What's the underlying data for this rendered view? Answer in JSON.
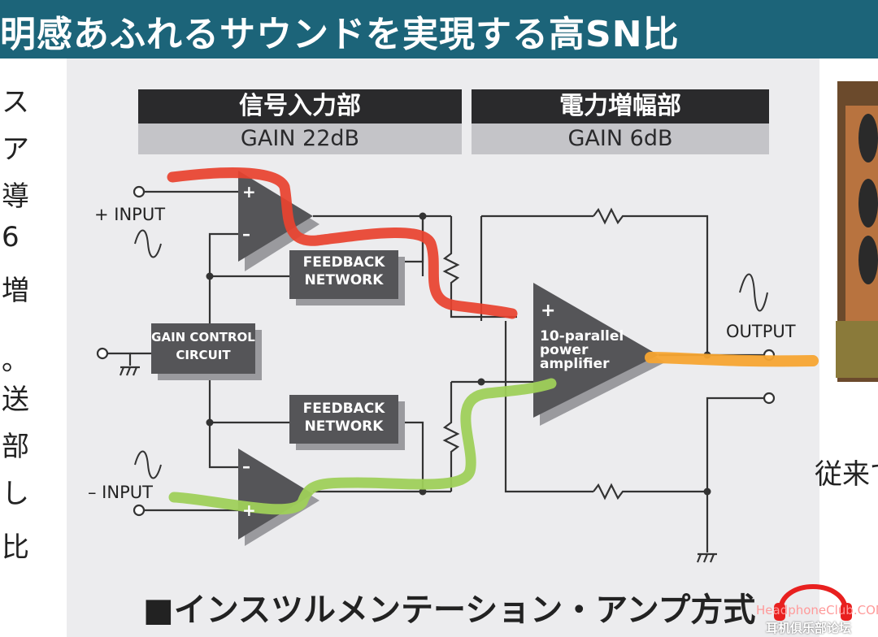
{
  "banner": {
    "title": "明感あふれるサウンドを実現する高SN比"
  },
  "left_text": {
    "chars": [
      "ス",
      "ア",
      "導",
      "6",
      "増",
      "。",
      "送",
      "部",
      "し",
      "比"
    ]
  },
  "stages": [
    {
      "title": "信号入力部",
      "gain": "GAIN 22dB"
    },
    {
      "title": "電力増幅部",
      "gain": "GAIN 6dB"
    }
  ],
  "blocks": {
    "feedback_top": [
      "FEEDBACK",
      "NETWORK"
    ],
    "feedback_bottom": [
      "FEEDBACK",
      "NETWORK"
    ],
    "gain_control": [
      "GAIN CONTROL",
      "CIRCUIT"
    ],
    "power_amp": [
      "10-parallel",
      "power",
      "amplifier"
    ]
  },
  "labels": {
    "plus_input": "+ INPUT",
    "minus_input": "– INPUT",
    "output": "OUTPUT",
    "plus_sign": "+",
    "minus_sign": "–"
  },
  "caption": "■インスツルメンテーション・アンプ方式",
  "side_text": "従来で",
  "watermark": {
    "line1": "HeadphoneClub.COM",
    "line2": "耳机俱乐部论坛"
  },
  "colors": {
    "banner": "#1c6479",
    "red_path": "#e8432f",
    "green_path": "#9fd05a",
    "orange_path": "#f7a531",
    "block": "#555558",
    "header": "#2a2a2c"
  }
}
